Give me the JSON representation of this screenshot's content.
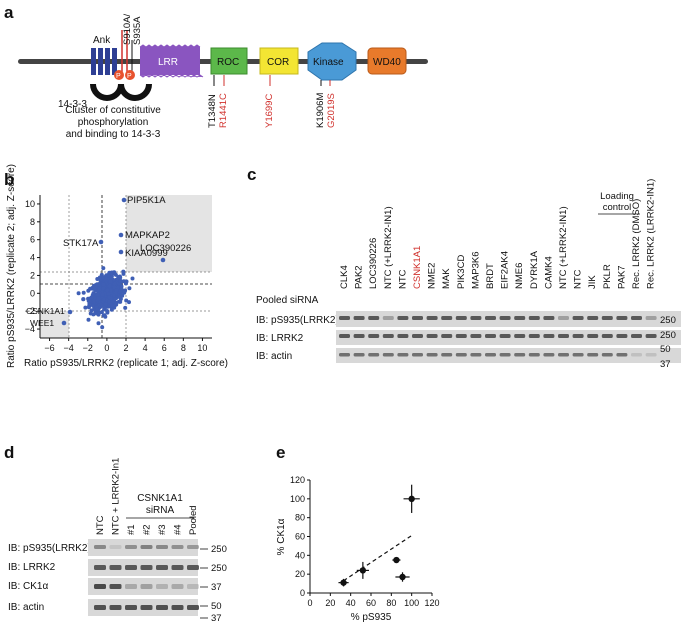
{
  "panel_labels": {
    "a": "a",
    "b": "b",
    "c": "c",
    "d": "d",
    "e": "e"
  },
  "panel_a": {
    "domains": {
      "ank": "Ank",
      "lrr": "LRR",
      "roc": "ROC",
      "cor": "COR",
      "kinase": "Kinase",
      "wd40": "WD40"
    },
    "phospho": {
      "site_label_1": "S910A/",
      "site_label_2": "S935A",
      "p_glyph": "P"
    },
    "protein_1433": "14-3-3",
    "caption_1": "Cluster of constitutive",
    "caption_2": "phosphorylation",
    "caption_3": "and binding to 14-3-3",
    "mutations": [
      {
        "label": "T1348N",
        "color": "#111111"
      },
      {
        "label": "R1441C",
        "color": "#d0312d"
      },
      {
        "label": "Y1699C",
        "color": "#d0312d"
      },
      {
        "label": "K1906M",
        "color": "#111111"
      },
      {
        "label": "G2019S",
        "color": "#d0312d"
      }
    ],
    "colors": {
      "ank": "#2e3f94",
      "lrr": "#8a55c0",
      "roc": "#5cb84a",
      "cor": "#f3e533",
      "kinase": "#4a9ad6",
      "wd40": "#e87a2b",
      "phospho": "#e8522d"
    }
  },
  "panel_b": {
    "xlabel": "Ratio pS935/LRRK2 (replicate 1; adj. Z-score)",
    "ylabel_1": "Ratio pS935/LRRK2 (replicate 2; adj. Z-score)",
    "xticks": [
      "−6",
      "−4",
      "−2",
      "0",
      "2",
      "4",
      "6",
      "8",
      "10"
    ],
    "yticks": [
      "−4",
      "−2",
      "0",
      "2",
      "4",
      "6",
      "8",
      "10"
    ],
    "labels": {
      "pip5k1a": "PIP5K1A",
      "mapkap2": "MAPKAP2",
      "stk17a": "STK17A",
      "kiaa0999": "KIAA0999",
      "loc390226": "LOC390226",
      "csnk1a1": "CSNK1A1",
      "wee1": "WEE1"
    }
  },
  "panel_c": {
    "lanes": [
      "CLK4",
      "PAK2",
      "LOC390226",
      "NTC (+LRRK2-IN1)",
      "NTC",
      "CSNK1A1",
      "NME2",
      "MAK",
      "PIK3CD",
      "MAP3K6",
      "BRDT",
      "EIF2AK4",
      "NME6",
      "DYRK1A",
      "CAMK4",
      "NTC (+LRRK2-IN1)",
      "NTC",
      "JIK",
      "PKLR",
      "PAK7",
      "Rec. LRRK2 (DMSO)",
      "Rec. LRRK2 (LRRK2-IN1)"
    ],
    "loading_1": "Loading",
    "loading_2": "control",
    "row_header": "Pooled siRNA",
    "rows": [
      "IB: pS935(LRRK2)",
      "IB: LRRK2",
      "IB: actin"
    ],
    "markers": [
      "250",
      "250",
      "50",
      "37"
    ]
  },
  "panel_d": {
    "lanes": [
      "NTC",
      "NTC + LRRK2-In1",
      "#1",
      "#2",
      "#3",
      "#4",
      "Pooled"
    ],
    "group_1": "CSNK1A1",
    "group_2": "siRNA",
    "rows": [
      "IB: pS935(LRRK2)",
      "IB: LRRK2",
      "IB: CK1α",
      "IB: actin"
    ],
    "markers": [
      "250",
      "250",
      "37",
      "50",
      "37"
    ]
  },
  "chart_data": {
    "type": "scatter",
    "title": "",
    "xlabel": "% pS935",
    "ylabel": "% CK1α",
    "xlim": [
      0,
      120
    ],
    "ylim": [
      0,
      120
    ],
    "xticks": [
      "0",
      "20",
      "40",
      "60",
      "80",
      "100",
      "120"
    ],
    "yticks": [
      "0",
      "20",
      "40",
      "60",
      "80",
      "100",
      "120"
    ],
    "points": [
      {
        "x": 33,
        "y": 11,
        "xerr": 5,
        "yerr": 4
      },
      {
        "x": 52,
        "y": 24,
        "xerr": 6,
        "yerr": 9
      },
      {
        "x": 85,
        "y": 35,
        "xerr": 4,
        "yerr": 3
      },
      {
        "x": 91,
        "y": 17,
        "xerr": 7,
        "yerr": 5
      },
      {
        "x": 100,
        "y": 100,
        "xerr": 8,
        "yerr": 15
      }
    ],
    "fit": {
      "x": [
        33,
        100
      ],
      "y": [
        13,
        61
      ]
    },
    "grid": false
  }
}
